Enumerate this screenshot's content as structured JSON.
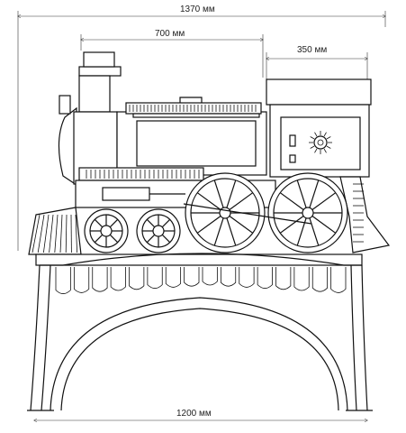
{
  "dimensions": {
    "overall_width": "1370 мм",
    "firebox_width": "700 мм",
    "cab_width": "350 мм",
    "base_width": "1200 мм"
  },
  "colors": {
    "line": "#111111",
    "background": "#ffffff"
  }
}
